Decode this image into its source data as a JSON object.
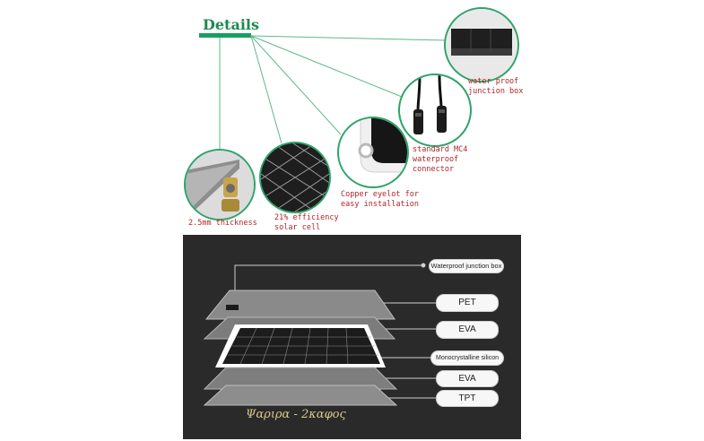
{
  "header": {
    "title": "Details"
  },
  "callouts": [
    {
      "label": "water proof\njunction box"
    },
    {
      "label": "standard MC4\nwaterproof\nconnector"
    },
    {
      "label": "Copper eyelot for\neasy installation"
    },
    {
      "label": "21% efficiency\nsolar cell"
    },
    {
      "label": "2.5mm thickness"
    }
  ],
  "layers": [
    {
      "label": "Waterproof junction box"
    },
    {
      "label": "PET"
    },
    {
      "label": "EVA"
    },
    {
      "label": "Monocrystalline silicon"
    },
    {
      "label": "EVA"
    },
    {
      "label": "TPT"
    }
  ],
  "signature": "Ψαριρα - 2καφος",
  "colors": {
    "accent": "#1e8a4f",
    "caption": "#b0252a",
    "panel": "#2a2a2a"
  }
}
